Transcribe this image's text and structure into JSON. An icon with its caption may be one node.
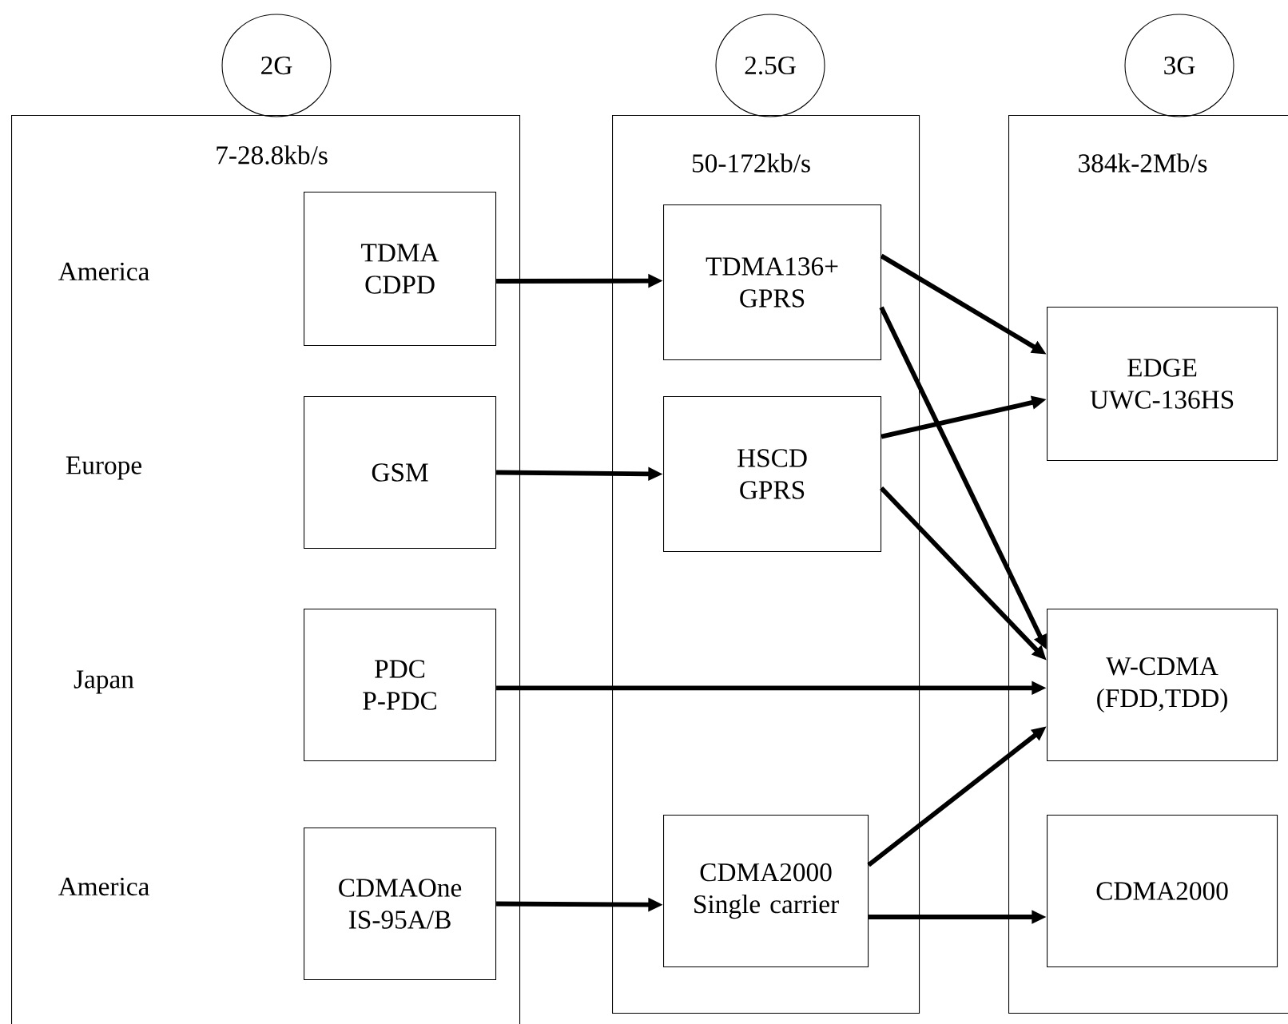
{
  "diagram": {
    "nodes": [
      {
        "text": [
          "2G"
        ]
      },
      {
        "text": [
          "2.5G"
        ]
      },
      {
        "text": [
          "3G"
        ]
      },
      {
        "text": [
          "7-28.8kb/s"
        ]
      },
      {
        "text": [
          "TDMA CDPD"
        ],
        "in": 3
      },
      {
        "text": [
          "GSM"
        ],
        "in": 3
      },
      {
        "text": [
          "PDC P-PDC"
        ],
        "in": 3
      },
      {
        "text": [
          "CDMAOne IS-95A/B"
        ],
        "in": 3
      },
      {
        "text": [
          "50-172kb/s"
        ]
      },
      {
        "text": [
          "TDMA136+ GPRS"
        ],
        "in": 8
      },
      {
        "text": [
          "HSCD GPRS"
        ],
        "in": 8
      },
      {
        "text": [
          "CDMA2000 Single carrier"
        ],
        "in": 8
      },
      {
        "text": [
          "384k-2Mb/s"
        ]
      },
      {
        "text": [
          "EDGE UWC-136HS"
        ],
        "in": 12
      },
      {
        "text": [
          "W-CDMA (FDD,TDD)"
        ],
        "in": 12
      },
      {
        "text": [
          "CDMA2000"
        ],
        "in": 12
      }
    ],
    "edges": [
      {
        "from": 4,
        "to": 9,
        "arrow": "to"
      },
      {
        "from": 5,
        "to": 10,
        "arrow": "to"
      },
      {
        "from": 9,
        "to": 13,
        "arrow": "to"
      },
      {
        "from": 9,
        "to": 14,
        "arrow": "to"
      },
      {
        "from": 10,
        "to": 13,
        "arrow": "to"
      },
      {
        "from": 10,
        "to": 14,
        "arrow": "to"
      },
      {
        "from": 6,
        "to": 14,
        "arrow": "to"
      },
      {
        "from": 7,
        "to": 11,
        "arrow": "to"
      },
      {
        "from": 11,
        "to": 14,
        "arrow": "to"
      },
      {
        "from": 11,
        "to": 15,
        "arrow": "to"
      }
    ],
    "labels": [
      "America",
      "Europe",
      "Japan",
      "America"
    ]
  }
}
